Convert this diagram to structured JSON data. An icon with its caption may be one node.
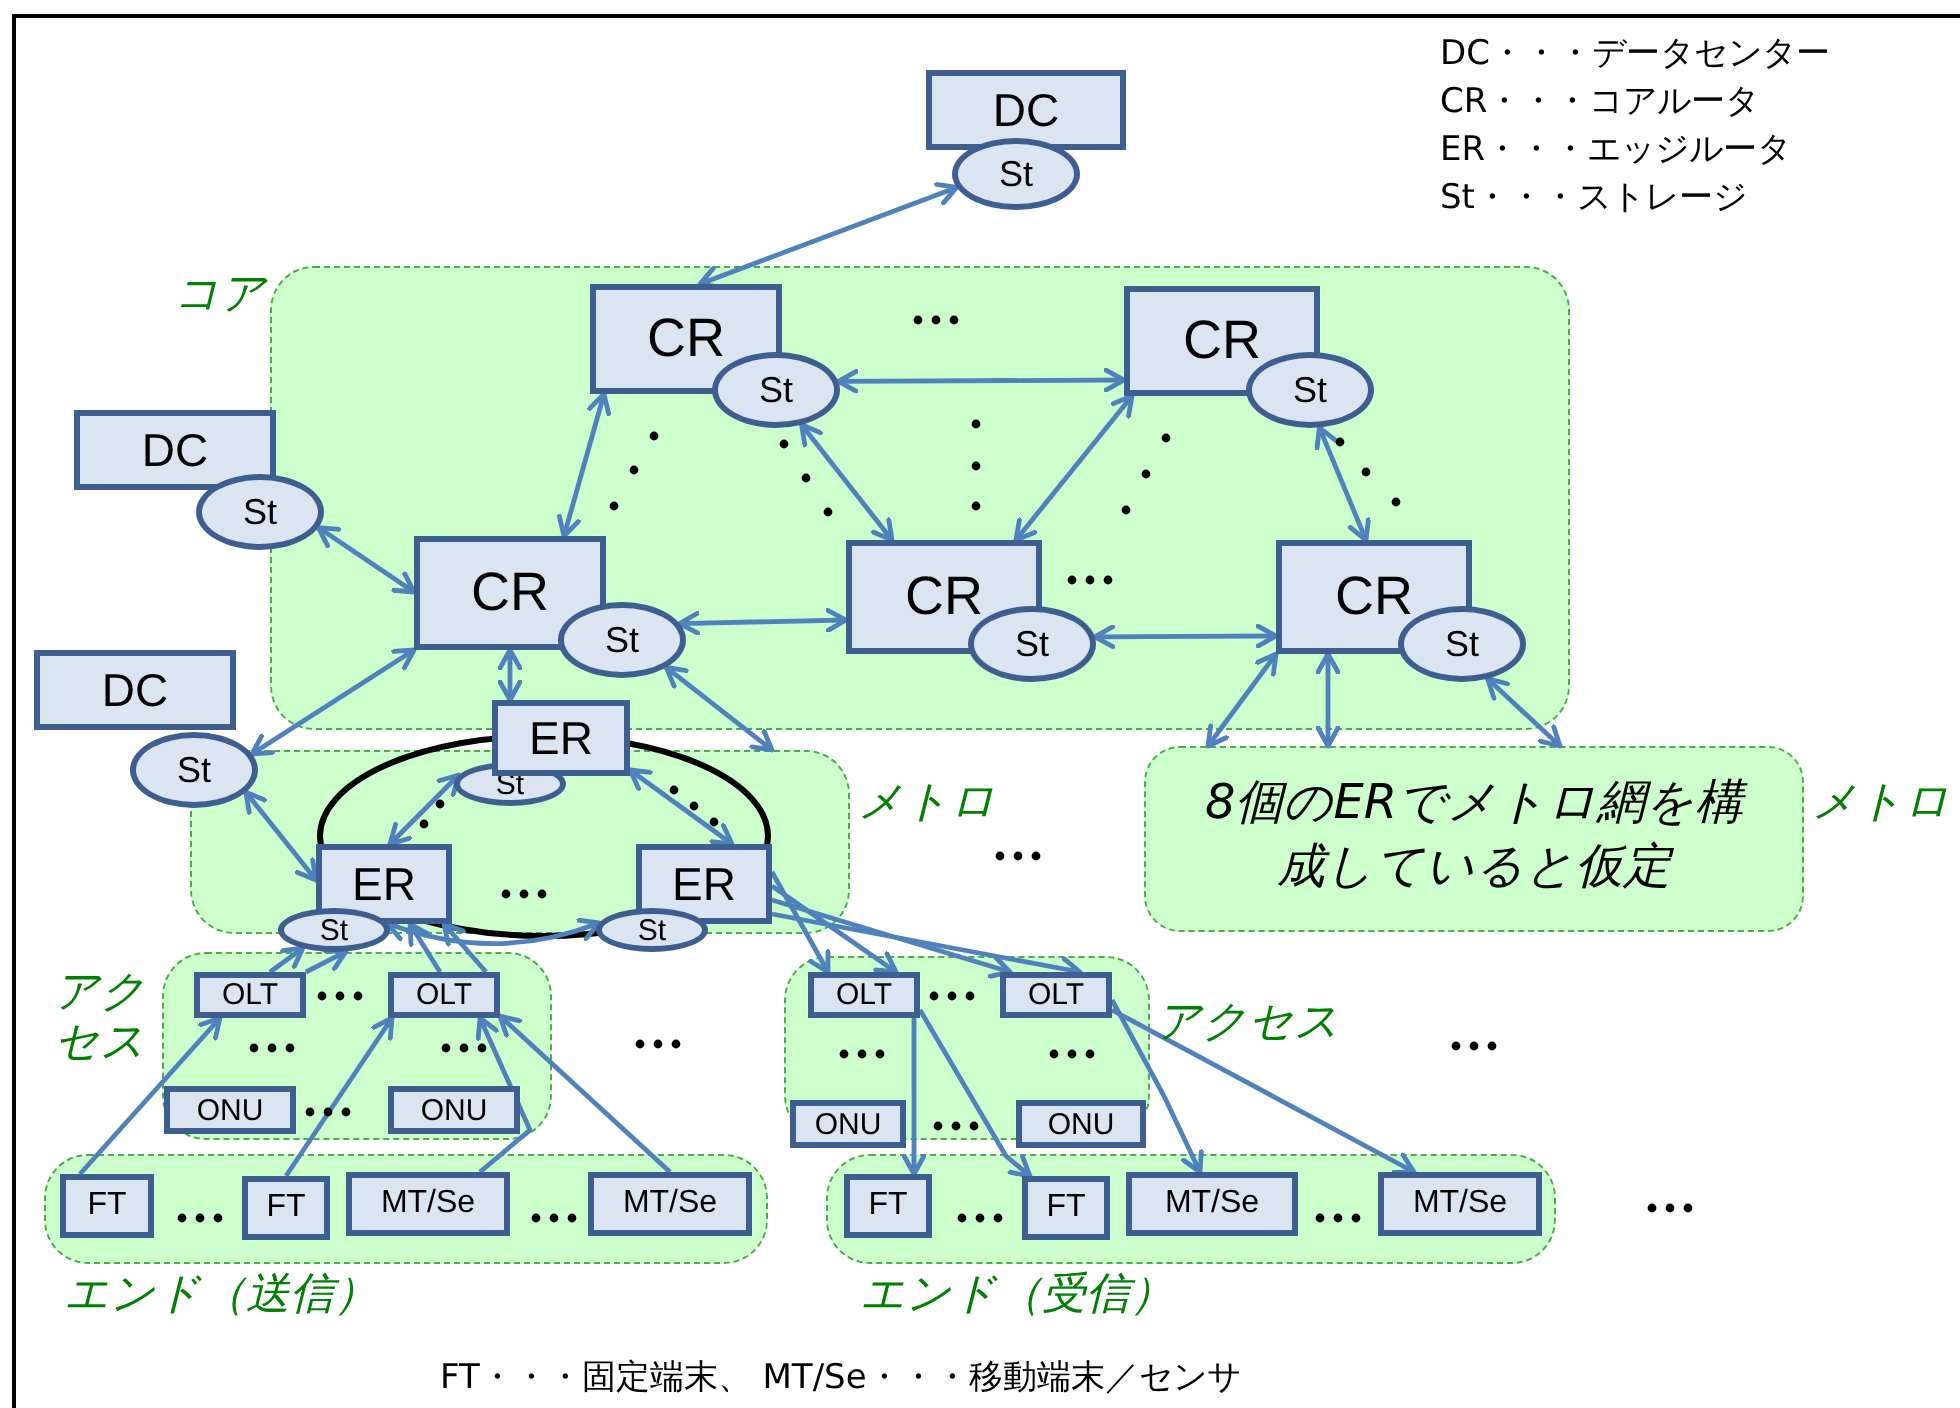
{
  "diagram": {
    "nodes": [
      {
        "text": [
          "DC"
        ]
      },
      {
        "text": [
          "St"
        ]
      },
      {
        "text": [
          "コア"
        ]
      },
      {
        "text": [
          "CR"
        ],
        "in": 2
      },
      {
        "text": [
          "St"
        ],
        "in": 2
      },
      {
        "text": [
          "CR"
        ],
        "in": 2
      },
      {
        "text": [
          "St"
        ],
        "in": 2
      },
      {
        "text": [
          "CR"
        ],
        "in": 2
      },
      {
        "text": [
          "St"
        ],
        "in": 2
      },
      {
        "text": [
          "CR"
        ],
        "in": 2
      },
      {
        "text": [
          "St"
        ],
        "in": 2
      },
      {
        "text": [
          "CR"
        ],
        "in": 2
      },
      {
        "text": [
          "St"
        ],
        "in": 2
      },
      {
        "text": [
          "DC"
        ]
      },
      {
        "text": [
          "St"
        ]
      },
      {
        "text": [
          "DC"
        ]
      },
      {
        "text": [
          "St"
        ]
      },
      {
        "text": [
          "メトロ"
        ]
      },
      {
        "text": [
          "ER"
        ]
      },
      {
        "text": [
          "St"
        ],
        "in": 17
      },
      {
        "text": [
          "ER"
        ],
        "in": 17
      },
      {
        "text": [
          "St"
        ]
      },
      {
        "text": [
          "ER"
        ],
        "in": 17
      },
      {
        "text": [
          "St"
        ]
      },
      {
        "text": [
          "8個のERでメトロ網を構成していると仮定",
          "メトロ"
        ]
      },
      {
        "text": [
          "アクセス"
        ]
      },
      {
        "text": [
          "OLT"
        ],
        "in": 25
      },
      {
        "text": [
          "OLT"
        ],
        "in": 25
      },
      {
        "text": [
          "ONU"
        ],
        "in": 25
      },
      {
        "text": [
          "ONU"
        ],
        "in": 25
      },
      {
        "text": [
          "エンド（送信）"
        ]
      },
      {
        "text": [
          "FT"
        ],
        "in": 30
      },
      {
        "text": [
          "FT"
        ],
        "in": 30
      },
      {
        "text": [
          "MT/Se"
        ],
        "in": 30
      },
      {
        "text": [
          "MT/Se"
        ],
        "in": 30
      },
      {
        "text": [
          "アクセス"
        ]
      },
      {
        "text": [
          "OLT"
        ],
        "in": 35
      },
      {
        "text": [
          "OLT"
        ],
        "in": 35
      },
      {
        "text": [
          "ONU"
        ],
        "in": 35
      },
      {
        "text": [
          "ONU"
        ],
        "in": 35
      },
      {
        "text": [
          "エンド（受信）"
        ]
      },
      {
        "text": [
          "FT"
        ],
        "in": 40
      },
      {
        "text": [
          "FT"
        ],
        "in": 40
      },
      {
        "text": [
          "MT/Se"
        ],
        "in": 40
      },
      {
        "text": [
          "MT/Se"
        ],
        "in": 40
      }
    ],
    "edges": [
      {
        "from": 3,
        "to": 1,
        "arrow": "both"
      },
      {
        "from": 4,
        "to": 5,
        "arrow": "both"
      },
      {
        "from": 3,
        "to": 7,
        "arrow": "both"
      },
      {
        "from": 4,
        "to": 9,
        "arrow": "both"
      },
      {
        "from": 5,
        "to": 9,
        "arrow": "both"
      },
      {
        "from": 6,
        "to": 11,
        "arrow": "both"
      },
      {
        "from": 8,
        "to": 9,
        "arrow": "both"
      },
      {
        "from": 10,
        "to": 11,
        "arrow": "both"
      },
      {
        "from": 14,
        "to": 7,
        "arrow": "both"
      },
      {
        "from": 7,
        "to": 16,
        "arrow": "both"
      },
      {
        "from": 7,
        "to": 18,
        "arrow": "both"
      },
      {
        "from": 8,
        "to": 17,
        "arrow": "both"
      },
      {
        "from": 11,
        "to": 24,
        "arrow": "both"
      },
      {
        "from": 11,
        "to": 24,
        "arrow": "both"
      },
      {
        "from": 12,
        "to": 24,
        "arrow": "both"
      },
      {
        "from": 16,
        "to": 20,
        "arrow": "both"
      },
      {
        "from": 19,
        "to": 20,
        "arrow": "both"
      },
      {
        "from": 18,
        "to": 22,
        "arrow": "both"
      },
      {
        "from": 21,
        "to": 23,
        "arrow": "both"
      },
      {
        "from": 22,
        "to": 36,
        "arrow": "to"
      },
      {
        "from": 22,
        "to": 36,
        "arrow": "to"
      },
      {
        "from": 22,
        "to": 37,
        "arrow": "to"
      },
      {
        "from": 22,
        "to": 37,
        "arrow": "to"
      },
      {
        "from": 26,
        "to": 21,
        "arrow": "to"
      },
      {
        "from": 26,
        "to": 21,
        "arrow": "to"
      },
      {
        "from": 27,
        "to": 20,
        "arrow": "to"
      },
      {
        "from": 27,
        "to": 20,
        "arrow": "to"
      },
      {
        "from": 31,
        "to": 26,
        "arrow": "to"
      },
      {
        "from": 32,
        "to": 27,
        "arrow": "to"
      },
      {
        "from": 33,
        "to": 27,
        "arrow": "to"
      },
      {
        "from": 34,
        "to": 27,
        "arrow": "to"
      },
      {
        "from": 36,
        "to": 41,
        "arrow": "to"
      },
      {
        "from": 36,
        "to": 42,
        "arrow": "to"
      },
      {
        "from": 37,
        "to": 43,
        "arrow": "to"
      },
      {
        "from": 37,
        "to": 44,
        "arrow": "to"
      }
    ],
    "labels": [
      "DC・・・データセンター",
      "CR・・・コアルータ",
      "ER・・・エッジルータ",
      "St・・・ストレージ",
      "FT・・・固定端末、 MT/Se・・・移動端末／センサ"
    ]
  }
}
